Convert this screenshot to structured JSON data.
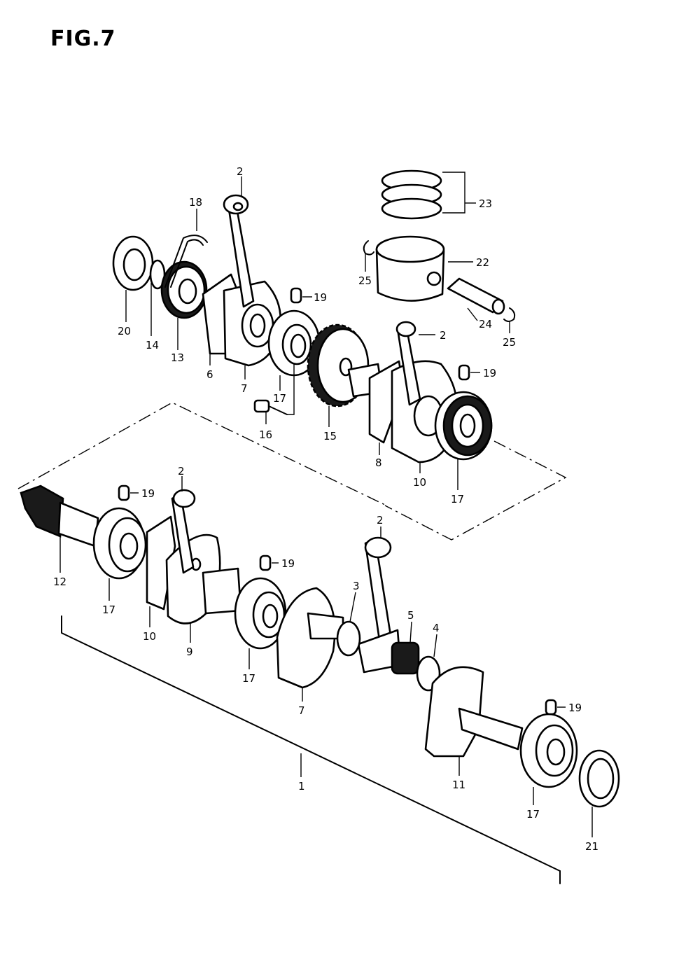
{
  "title": "FIG.7",
  "parts": [
    {
      "id": "p2a",
      "label": "2"
    },
    {
      "id": "p18",
      "label": "18"
    },
    {
      "id": "p23",
      "label": "23"
    },
    {
      "id": "p22",
      "label": "22"
    },
    {
      "id": "p25a",
      "label": "25"
    },
    {
      "id": "p19a",
      "label": "19"
    },
    {
      "id": "p20",
      "label": "20"
    },
    {
      "id": "p14",
      "label": "14"
    },
    {
      "id": "p13",
      "label": "13"
    },
    {
      "id": "p6",
      "label": "6"
    },
    {
      "id": "p7a",
      "label": "7"
    },
    {
      "id": "p17a",
      "label": "17"
    },
    {
      "id": "p24",
      "label": "24"
    },
    {
      "id": "p25b",
      "label": "25"
    },
    {
      "id": "p2b",
      "label": "2"
    },
    {
      "id": "p19b",
      "label": "19"
    },
    {
      "id": "p16",
      "label": "16"
    },
    {
      "id": "p15",
      "label": "15"
    },
    {
      "id": "p8",
      "label": "8"
    },
    {
      "id": "p10a",
      "label": "10"
    },
    {
      "id": "p17b",
      "label": "17"
    },
    {
      "id": "p2c",
      "label": "2"
    },
    {
      "id": "p19c",
      "label": "19"
    },
    {
      "id": "p2d",
      "label": "2"
    },
    {
      "id": "p12",
      "label": "12"
    },
    {
      "id": "p19d",
      "label": "19"
    },
    {
      "id": "p17c",
      "label": "17"
    },
    {
      "id": "p10b",
      "label": "10"
    },
    {
      "id": "p9",
      "label": "9"
    },
    {
      "id": "p3",
      "label": "3"
    },
    {
      "id": "p5",
      "label": "5"
    },
    {
      "id": "p4",
      "label": "4"
    },
    {
      "id": "p17d",
      "label": "17"
    },
    {
      "id": "p7b",
      "label": "7"
    },
    {
      "id": "p19e",
      "label": "19"
    },
    {
      "id": "p11",
      "label": "11"
    },
    {
      "id": "p17e",
      "label": "17"
    },
    {
      "id": "p21",
      "label": "21"
    },
    {
      "id": "p1",
      "label": "1"
    }
  ]
}
